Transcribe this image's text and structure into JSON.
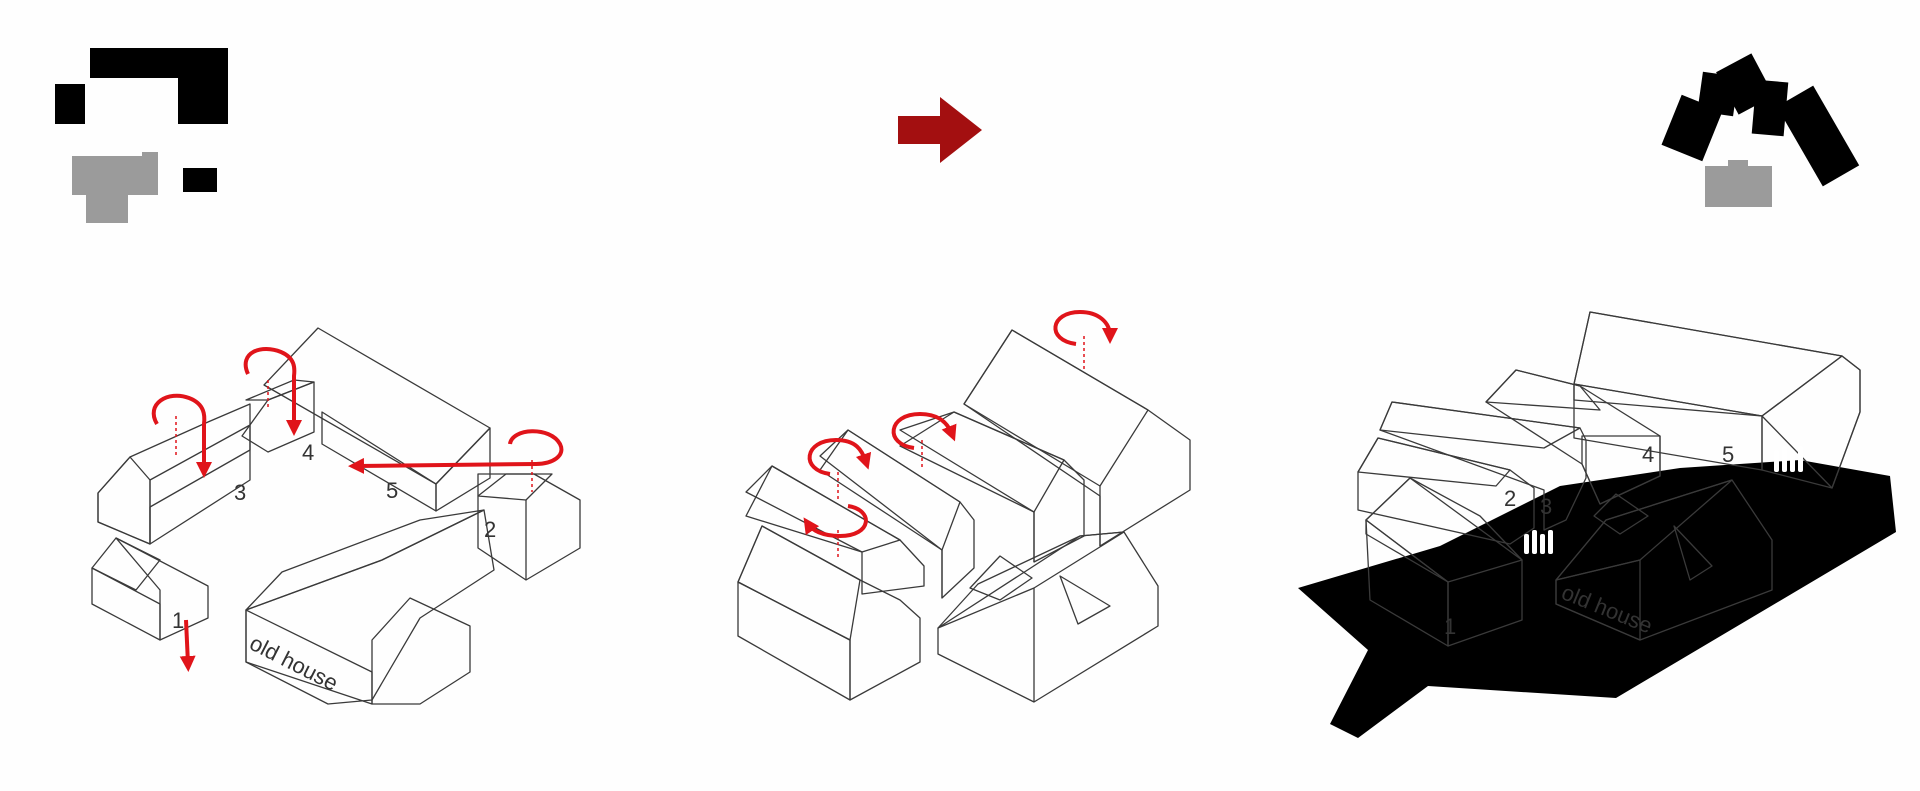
{
  "labels": {
    "step1": {
      "b1": "1",
      "b2": "2",
      "b3": "3",
      "b4": "4",
      "b5": "5",
      "old_house": "old house"
    },
    "step3": {
      "b1": "1",
      "b2": "2",
      "b3": "3",
      "b4": "4",
      "b5": "5",
      "old_house": "old house"
    }
  },
  "colors": {
    "black": "#000000",
    "gray": "#9b9b9b",
    "arrow_red": "#e0141a",
    "arrow_dark": "#a30f10",
    "yellow": "#f6f4c9",
    "green": "#d4dbb6",
    "tan": "#d7c7a6",
    "blue": "#bccbd8",
    "pink": "#f8c8c9",
    "light_gray": "#e4e4e4",
    "white": "#ffffff",
    "edge": "#3a3a3a"
  },
  "icons": {
    "transition": "right-arrow-icon",
    "move": "straight-arrow-icon",
    "lift": "hook-arrow-icon",
    "rotate": "rotate-arrow-icon",
    "people": "people-icon"
  }
}
